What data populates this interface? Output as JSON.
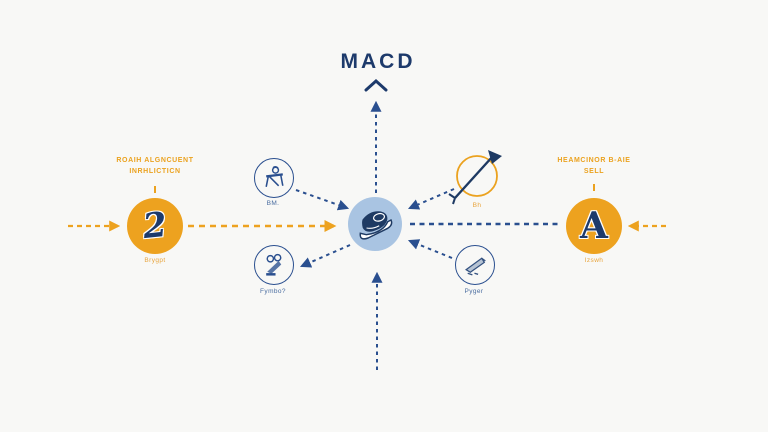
{
  "title": "MACD",
  "colors": {
    "background": "#f8f8f6",
    "orange": "#eda21f",
    "navy": "#2a4f8f",
    "dark_navy": "#1d3a6b",
    "center_fill": "#a9c4e2"
  },
  "center_node": {
    "icon": "sneaker-icon"
  },
  "left_branch": {
    "heading_line1": "ROAIH ALGNCUENT",
    "heading_line2": "INRHLICTICN",
    "node_glyph": "2",
    "caption": "Brygpt"
  },
  "right_branch": {
    "heading_line1": "HEAMCINOR B-AIE",
    "heading_line2": "SELL",
    "node_glyph": "A",
    "caption": "Izswh"
  },
  "satellites": [
    {
      "id": "top-left",
      "icon": "figure-at-desk-icon",
      "label": "BM."
    },
    {
      "id": "bottom-left",
      "icon": "goggles-boot-icon",
      "label": "Fymbo?"
    },
    {
      "id": "top-right",
      "icon": "dart-flag-icon",
      "label": "Bh"
    },
    {
      "id": "bottom-right",
      "icon": "ramp-icon",
      "label": "Pyger"
    }
  ]
}
